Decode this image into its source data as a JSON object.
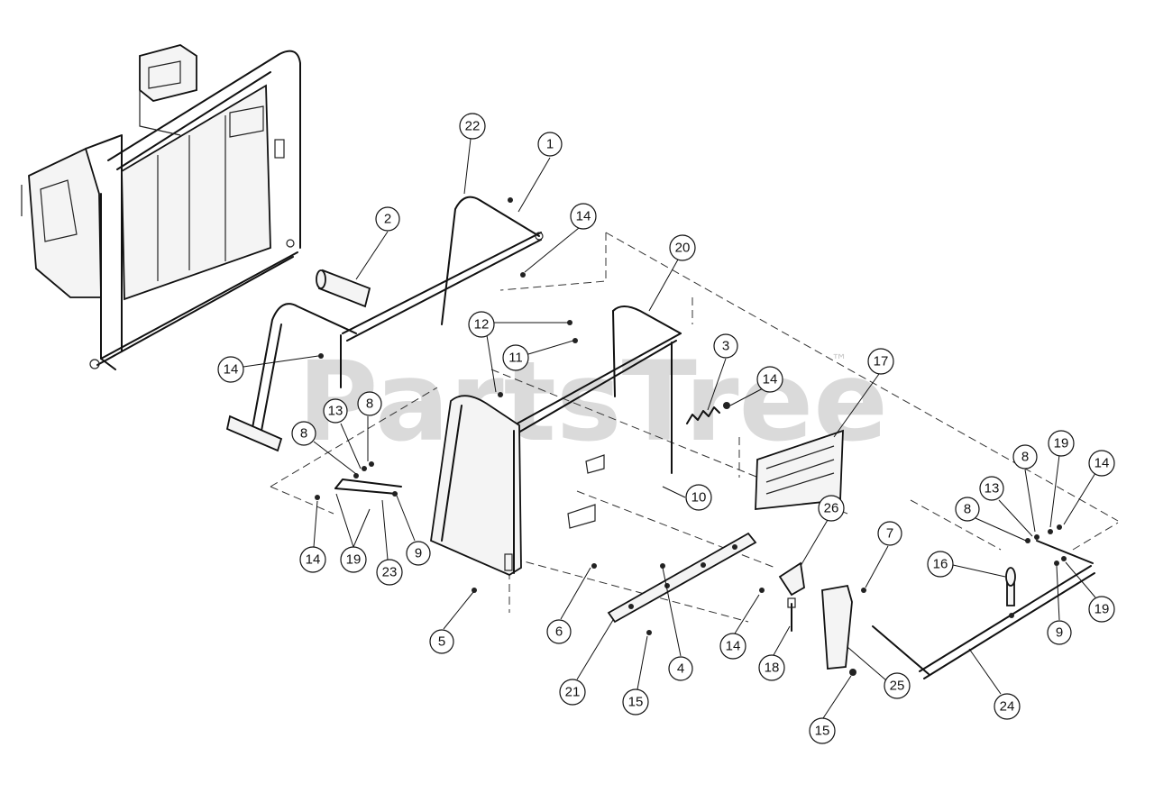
{
  "watermark": {
    "text": "PartsTree",
    "trademark": "™"
  },
  "callouts": [
    {
      "label": "1"
    },
    {
      "label": "2"
    },
    {
      "label": "3"
    },
    {
      "label": "4"
    },
    {
      "label": "5"
    },
    {
      "label": "6"
    },
    {
      "label": "7"
    },
    {
      "label": "8"
    },
    {
      "label": "8"
    },
    {
      "label": "8"
    },
    {
      "label": "8"
    },
    {
      "label": "9"
    },
    {
      "label": "9"
    },
    {
      "label": "10"
    },
    {
      "label": "11"
    },
    {
      "label": "12"
    },
    {
      "label": "13"
    },
    {
      "label": "13"
    },
    {
      "label": "14"
    },
    {
      "label": "14"
    },
    {
      "label": "14"
    },
    {
      "label": "14"
    },
    {
      "label": "14"
    },
    {
      "label": "14"
    },
    {
      "label": "15"
    },
    {
      "label": "15"
    },
    {
      "label": "16"
    },
    {
      "label": "17"
    },
    {
      "label": "18"
    },
    {
      "label": "19"
    },
    {
      "label": "19"
    },
    {
      "label": "19"
    },
    {
      "label": "20"
    },
    {
      "label": "21"
    },
    {
      "label": "22"
    },
    {
      "label": "23"
    },
    {
      "label": "24"
    },
    {
      "label": "25"
    },
    {
      "label": "26"
    }
  ]
}
